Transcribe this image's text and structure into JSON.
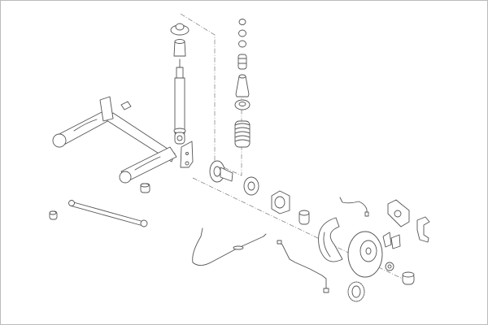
{
  "diagram": {
    "type": "exploded parts diagram",
    "colors": {
      "line": "#555555",
      "background": "#ffffff",
      "frame": "#bbbbbb"
    },
    "parts": [
      "top-mount",
      "bump-stop",
      "shock-absorber",
      "spring-seat-stack",
      "dust-boot",
      "spring-seat",
      "coil-spring",
      "rear-axle-beam",
      "axle-bracket",
      "stub-axle",
      "wheel-bearing",
      "wheel-hub",
      "hub-bearing",
      "brake-backing-plate",
      "brake-disc",
      "axle-nut",
      "dust-cap",
      "abs-ring",
      "abs-sensor",
      "handbrake-cable",
      "brake-hose",
      "brake-caliper",
      "brake-pads",
      "caliper-bracket",
      "axle-bushing",
      "tie-rod",
      "tie-rod-bushing"
    ]
  }
}
